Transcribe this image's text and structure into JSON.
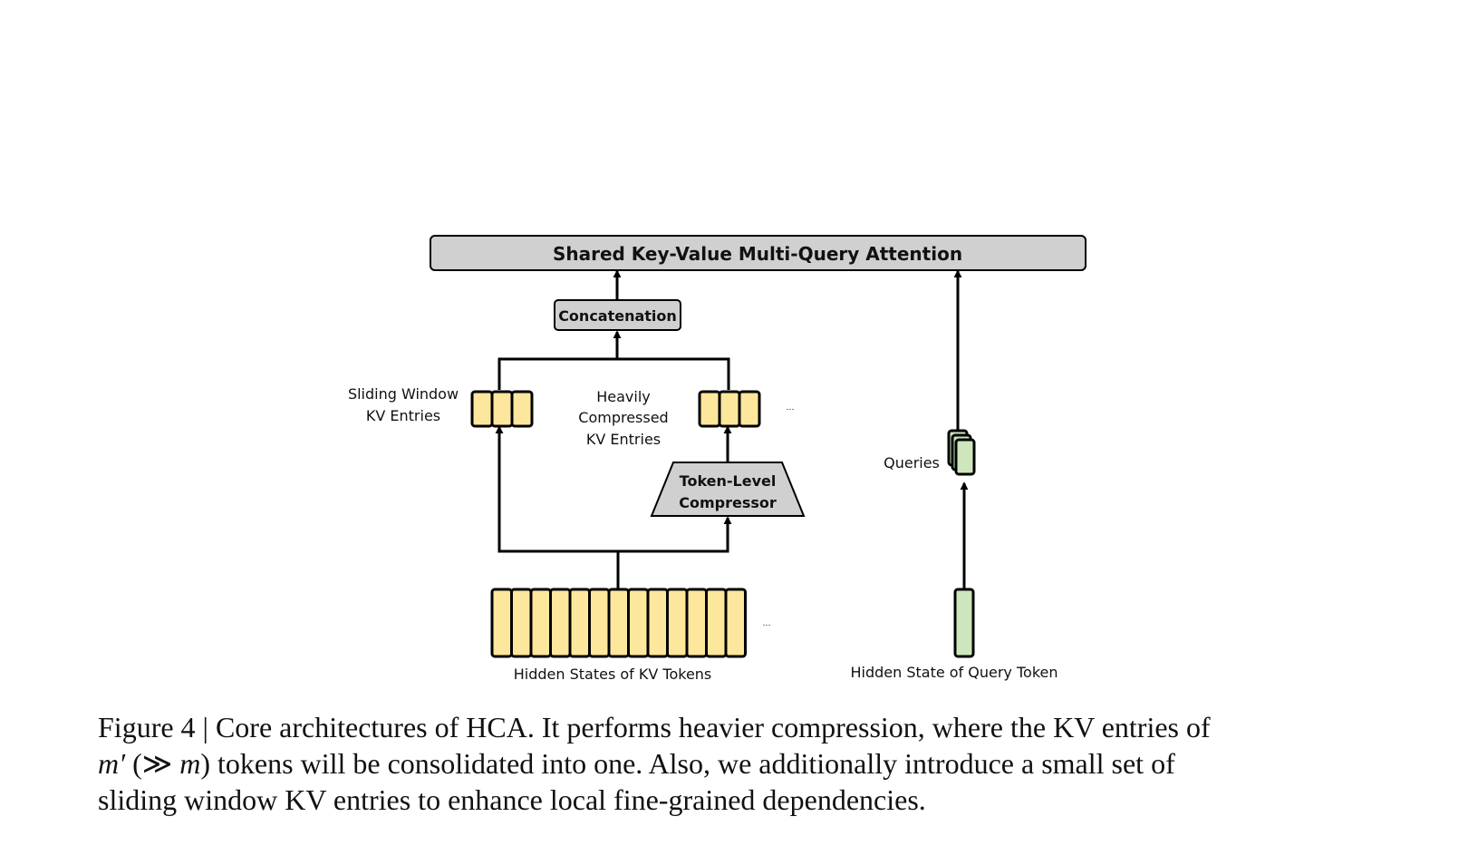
{
  "diagram": {
    "attention_label": "Shared Key-Value Multi-Query Attention",
    "concat_label": "Concatenation",
    "sliding_window_label": [
      "Sliding Window",
      "KV Entries"
    ],
    "compressed_label": [
      "Heavily",
      "Compressed",
      "KV Entries"
    ],
    "compressor_label": [
      "Token-Level",
      "Compressor"
    ],
    "queries_label": "Queries",
    "kv_tokens_label": "Hidden States of KV Tokens",
    "query_token_label": "Hidden State of Query Token",
    "ellipsis": "…",
    "kv_token_count": 13,
    "sliding_window_count": 3,
    "compressed_count": 3,
    "query_stack_count": 3,
    "colors": {
      "kv_fill": "#fde79d",
      "query_fill": "#cde6bd",
      "box_fill": "#d0d0d0",
      "stroke": "#000000"
    }
  },
  "caption": {
    "prefix": "Figure 4 | Core architectures of HCA. It performs heavier compression, where the KV entries of",
    "m_prime": "m′",
    "paren_open": " (≫ ",
    "m": "m",
    "paren_close": ")",
    "line2_rest": " tokens will be consolidated into one.  Also, we additionally introduce a small set of",
    "line3": "sliding window KV entries to enhance local fine-grained dependencies."
  }
}
